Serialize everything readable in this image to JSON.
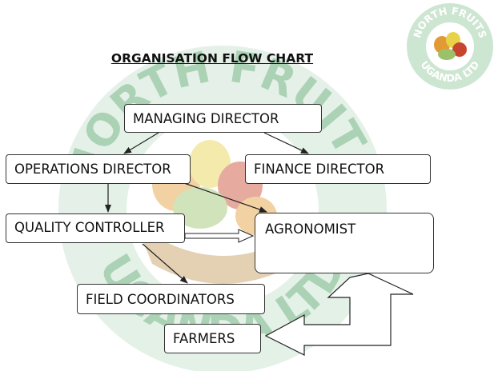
{
  "title": "ORGANISATION FLOW CHART",
  "logo": {
    "text_top": "NORTH FRUITS",
    "text_bottom": "UGANDA LTD"
  },
  "nodes": {
    "managing_director": "MANAGING DIRECTOR",
    "operations_director": "OPERATIONS DIRECTOR",
    "finance_director": "FINANCE DIRECTOR",
    "quality_controller": "QUALITY CONTROLLER",
    "agronomist": "AGRONOMIST",
    "field_coordinators": "FIELD COORDINATORS",
    "farmers": "FARMERS"
  },
  "colors": {
    "watermark_green": "#7fb98f",
    "line": "#222222",
    "fruit_orange": "#e39a35",
    "fruit_yellow": "#e8d24a",
    "fruit_red": "#c8452d"
  }
}
